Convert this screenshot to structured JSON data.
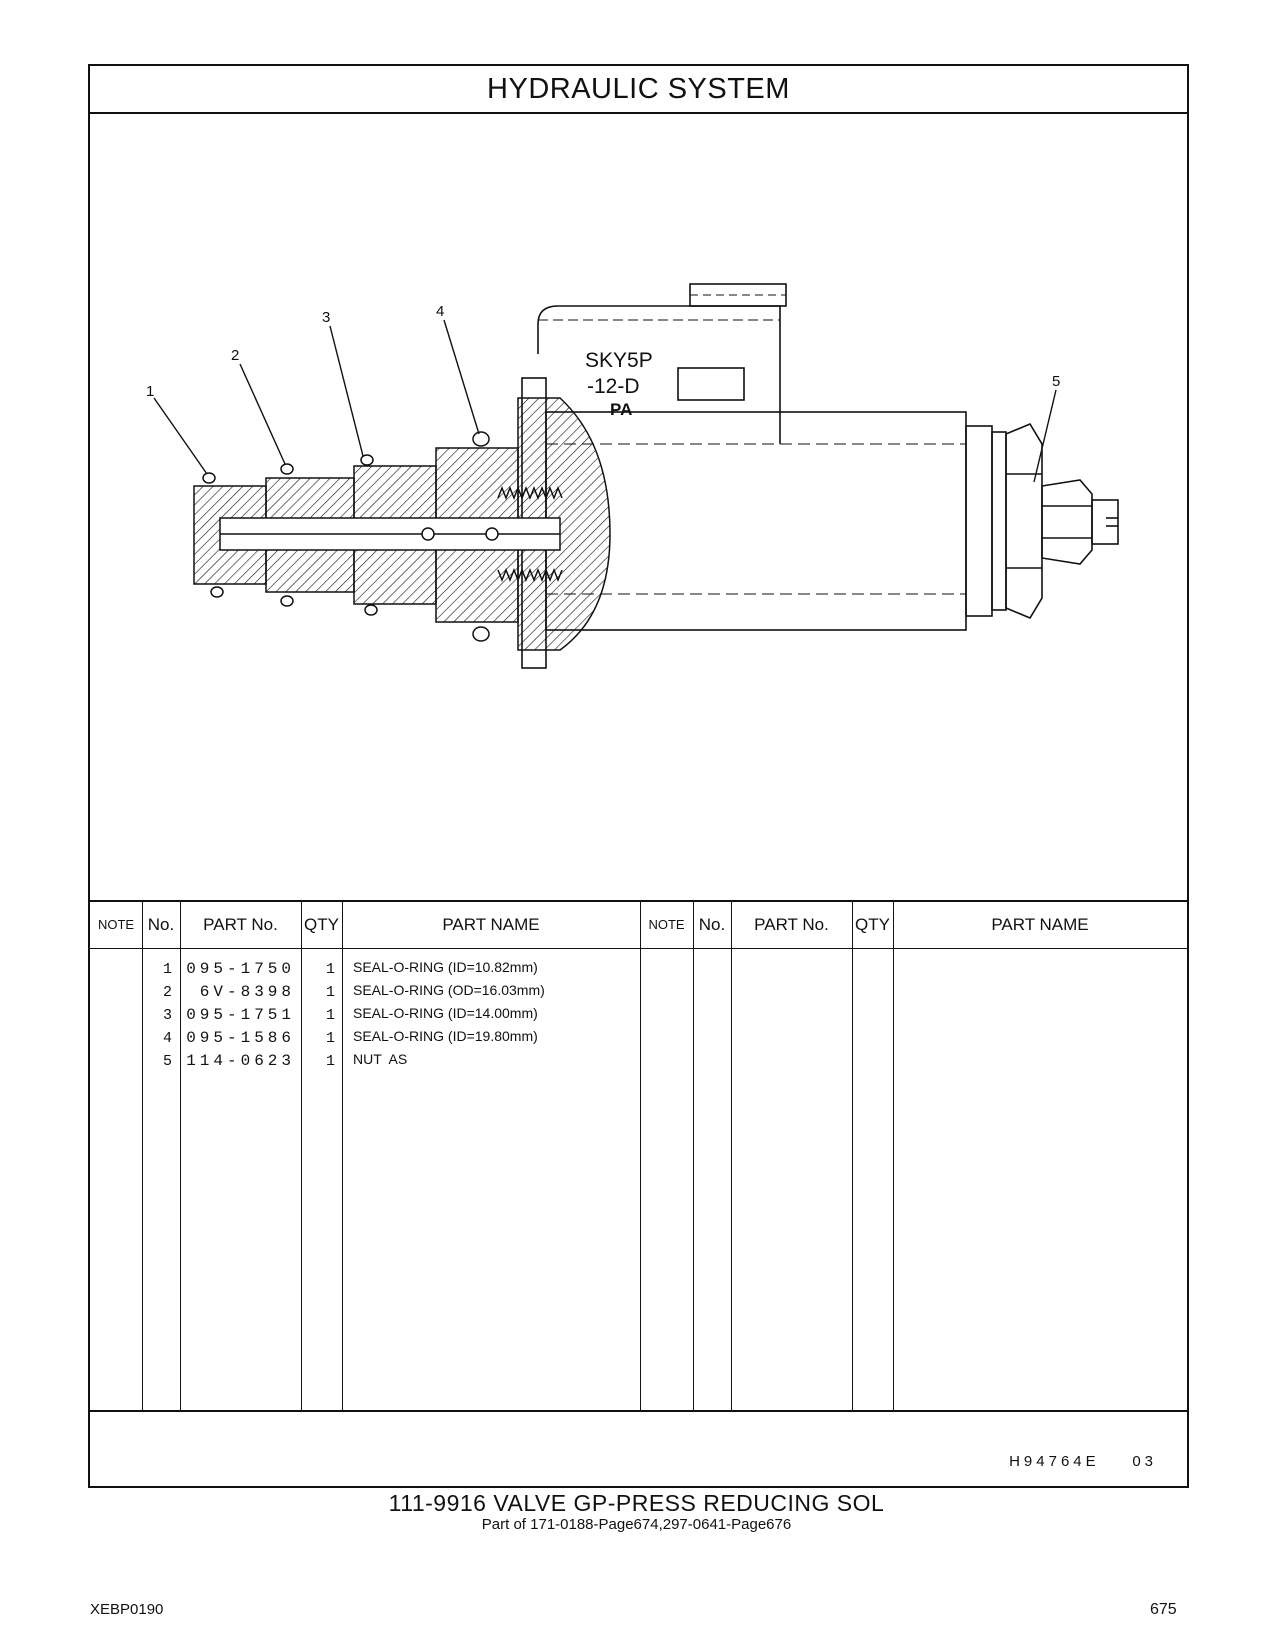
{
  "header": {
    "title": "HYDRAULIC   SYSTEM"
  },
  "diagram": {
    "labels": [
      "1",
      "2",
      "3",
      "4",
      "5"
    ],
    "marking": {
      "line1": "SKY5P",
      "line2": "-12-D",
      "line3": "PA"
    }
  },
  "table": {
    "headers": {
      "note": "NOTE",
      "no": "No.",
      "part_no": "PART No.",
      "qty": "QTY",
      "part_name": "PART NAME"
    },
    "rows": [
      {
        "no": "1",
        "part_no": "095-1750",
        "qty": "1",
        "name": "SEAL-O-RING (ID=10.82mm)"
      },
      {
        "no": "2",
        "part_no": "6V-8398",
        "qty": "1",
        "name": "SEAL-O-RING (OD=16.03mm)"
      },
      {
        "no": "3",
        "part_no": "095-1751",
        "qty": "1",
        "name": "SEAL-O-RING (ID=14.00mm)"
      },
      {
        "no": "4",
        "part_no": "095-1586",
        "qty": "1",
        "name": "SEAL-O-RING (ID=19.80mm)"
      },
      {
        "no": "5",
        "part_no": "114-0623",
        "qty": "1",
        "name": "NUT  AS"
      }
    ]
  },
  "reference": "H94764E    03",
  "caption": {
    "title": "111-9916  VALVE  GP-PRESS  REDUCING  SOL",
    "subtitle": "Part of 171-0188-Page674,297-0641-Page676"
  },
  "footer": {
    "doc_code": "XEBP0190",
    "page_number": "675"
  }
}
